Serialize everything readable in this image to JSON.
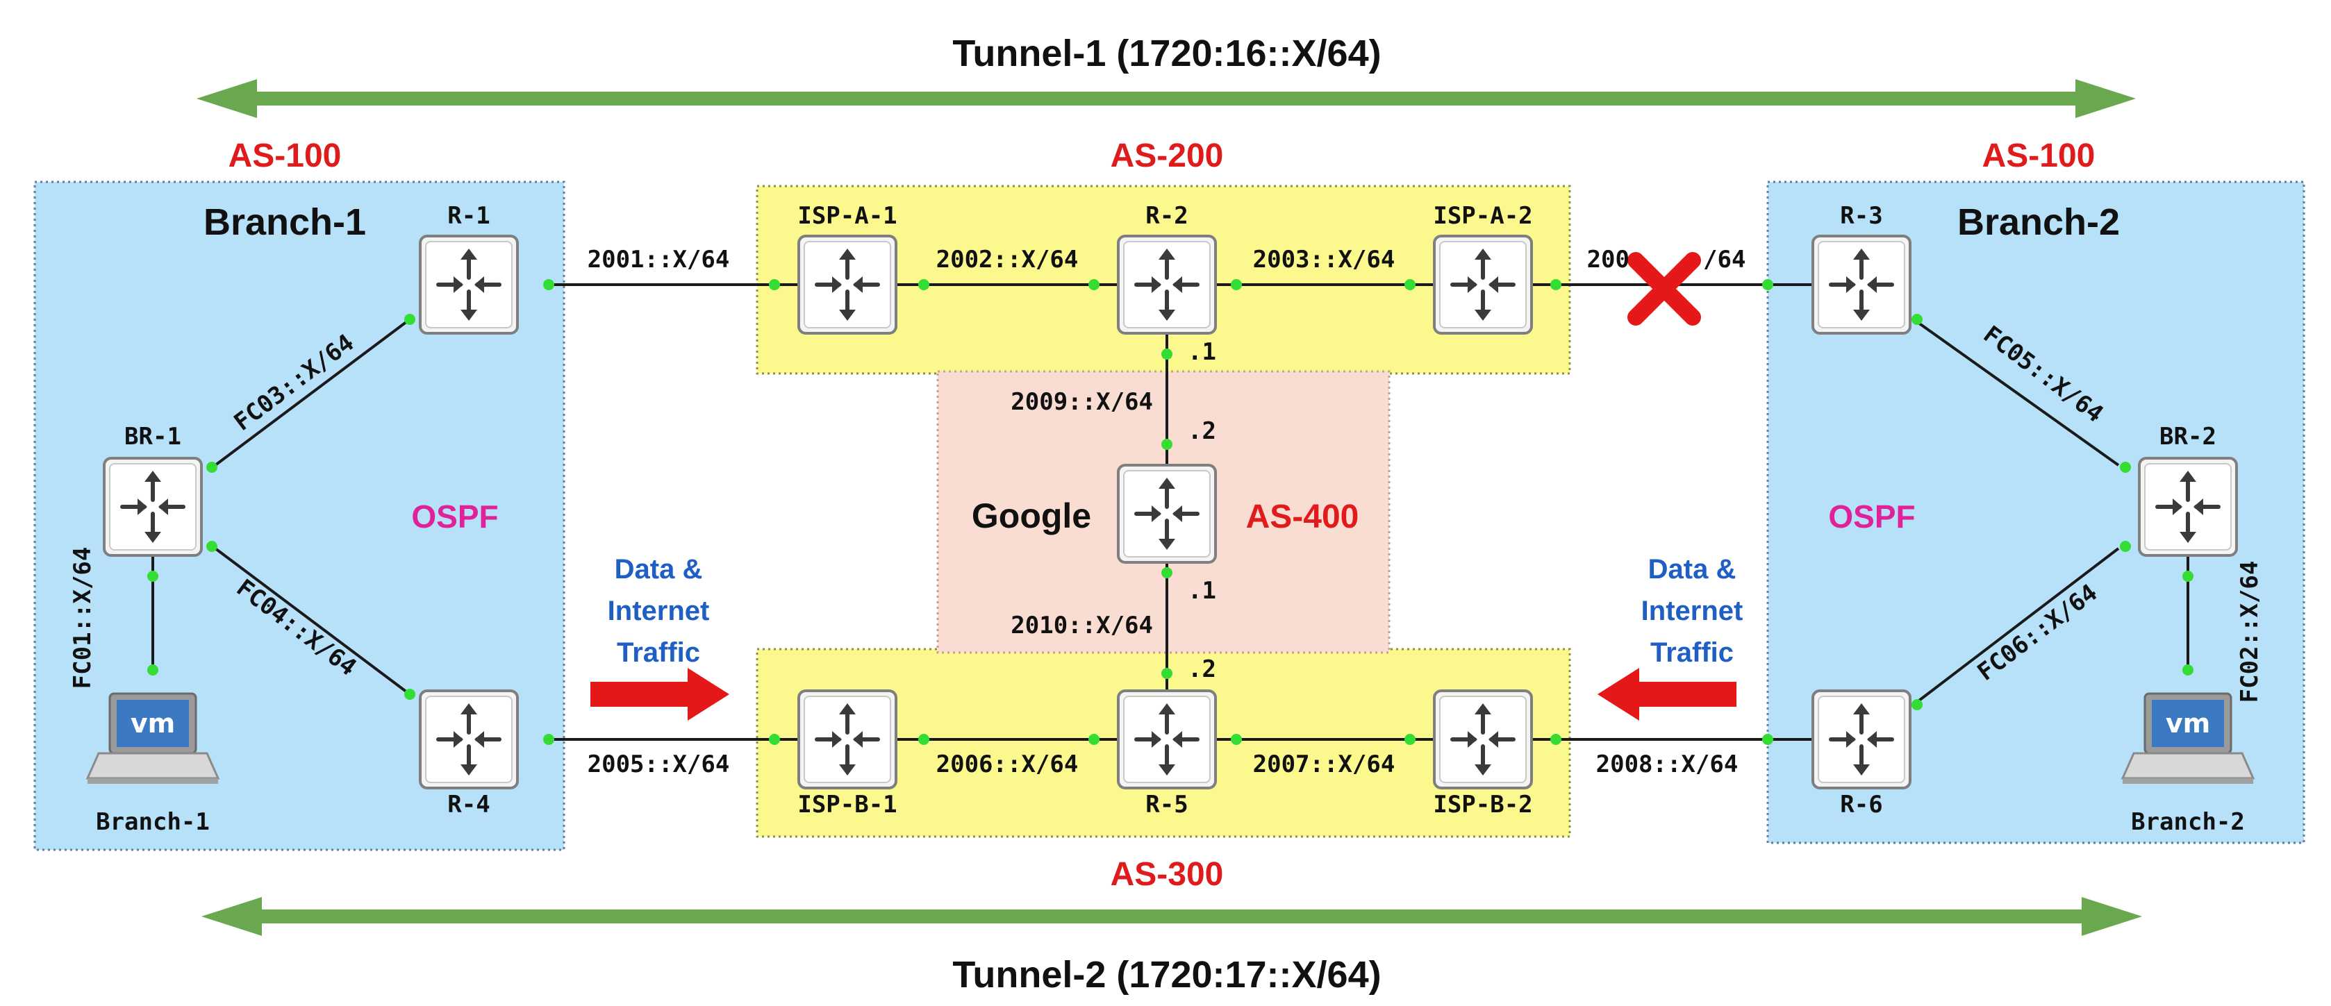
{
  "tunnels": {
    "top": "Tunnel-1 (1720:16::X/64)",
    "bottom": "Tunnel-2 (1720:17::X/64)",
    "color": "#6aa84f"
  },
  "as_labels": {
    "as100_left": "AS-100",
    "as100_right": "AS-100",
    "as200": "AS-200",
    "as300": "AS-300",
    "as400": "AS-400"
  },
  "branches": {
    "branch1_title": "Branch-1",
    "branch2_title": "Branch-2",
    "ospf_left": "OSPF",
    "ospf_right": "OSPF"
  },
  "devices": {
    "r1": "R-1",
    "r2": "R-2",
    "r3": "R-3",
    "r4": "R-4",
    "r5": "R-5",
    "r6": "R-6",
    "br1": "BR-1",
    "br2": "BR-2",
    "ispa1": "ISP-A-1",
    "ispa2": "ISP-A-2",
    "ispb1": "ISP-B-1",
    "ispb2": "ISP-B-2",
    "google": "Google",
    "host1": "Branch-1",
    "host2": "Branch-2",
    "vm1": "vm",
    "vm2": "vm"
  },
  "links": {
    "l2001": "2001::X/64",
    "l2002": "2002::X/64",
    "l2003": "2003::X/64",
    "l2004a": "200",
    "l2004b": "/64",
    "l2005": "2005::X/64",
    "l2006": "2006::X/64",
    "l2007": "2007::X/64",
    "l2008": "2008::X/64",
    "l2009": "2009::X/64",
    "l2010": "2010::X/64",
    "fc01": "FC01::X/64",
    "fc02": "FC02::X/64",
    "fc03": "FC03::X/64",
    "fc04": "FC04::X/64",
    "fc05": "FC05::X/64",
    "fc06": "FC06::X/64",
    "r2_host": ".1",
    "google_top_host": ".2",
    "google_bottom_host": ".1",
    "r5_host": ".2"
  },
  "traffic": {
    "left": [
      "Data &",
      "Internet",
      "Traffic"
    ],
    "right": [
      "Data &",
      "Internet",
      "Traffic"
    ]
  },
  "colors": {
    "branch_fill": "#b7e1f8",
    "isp_fill": "#fbf88e",
    "google_fill": "#f9ddd2",
    "traffic_arrow": "#e41818",
    "link_dot": "#33dd33",
    "fail_mark": "#e41818"
  }
}
